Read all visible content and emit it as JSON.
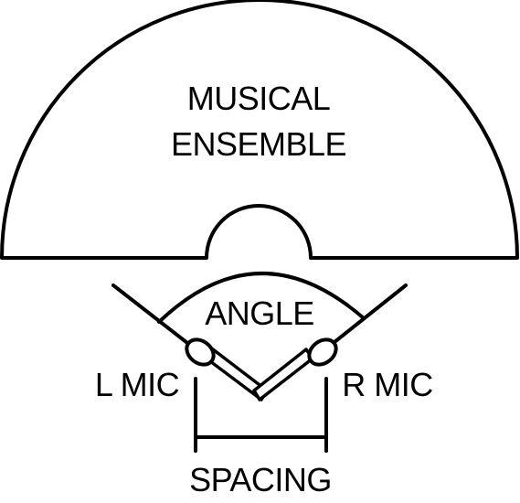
{
  "ensemble": {
    "line1": "MUSICAL",
    "line2": "ENSEMBLE"
  },
  "labels": {
    "angle": "ANGLE",
    "left_mic": "L MIC",
    "right_mic": "R MIC",
    "spacing": "SPACING"
  },
  "colors": {
    "stroke": "#000000",
    "background": "#ffffff"
  }
}
